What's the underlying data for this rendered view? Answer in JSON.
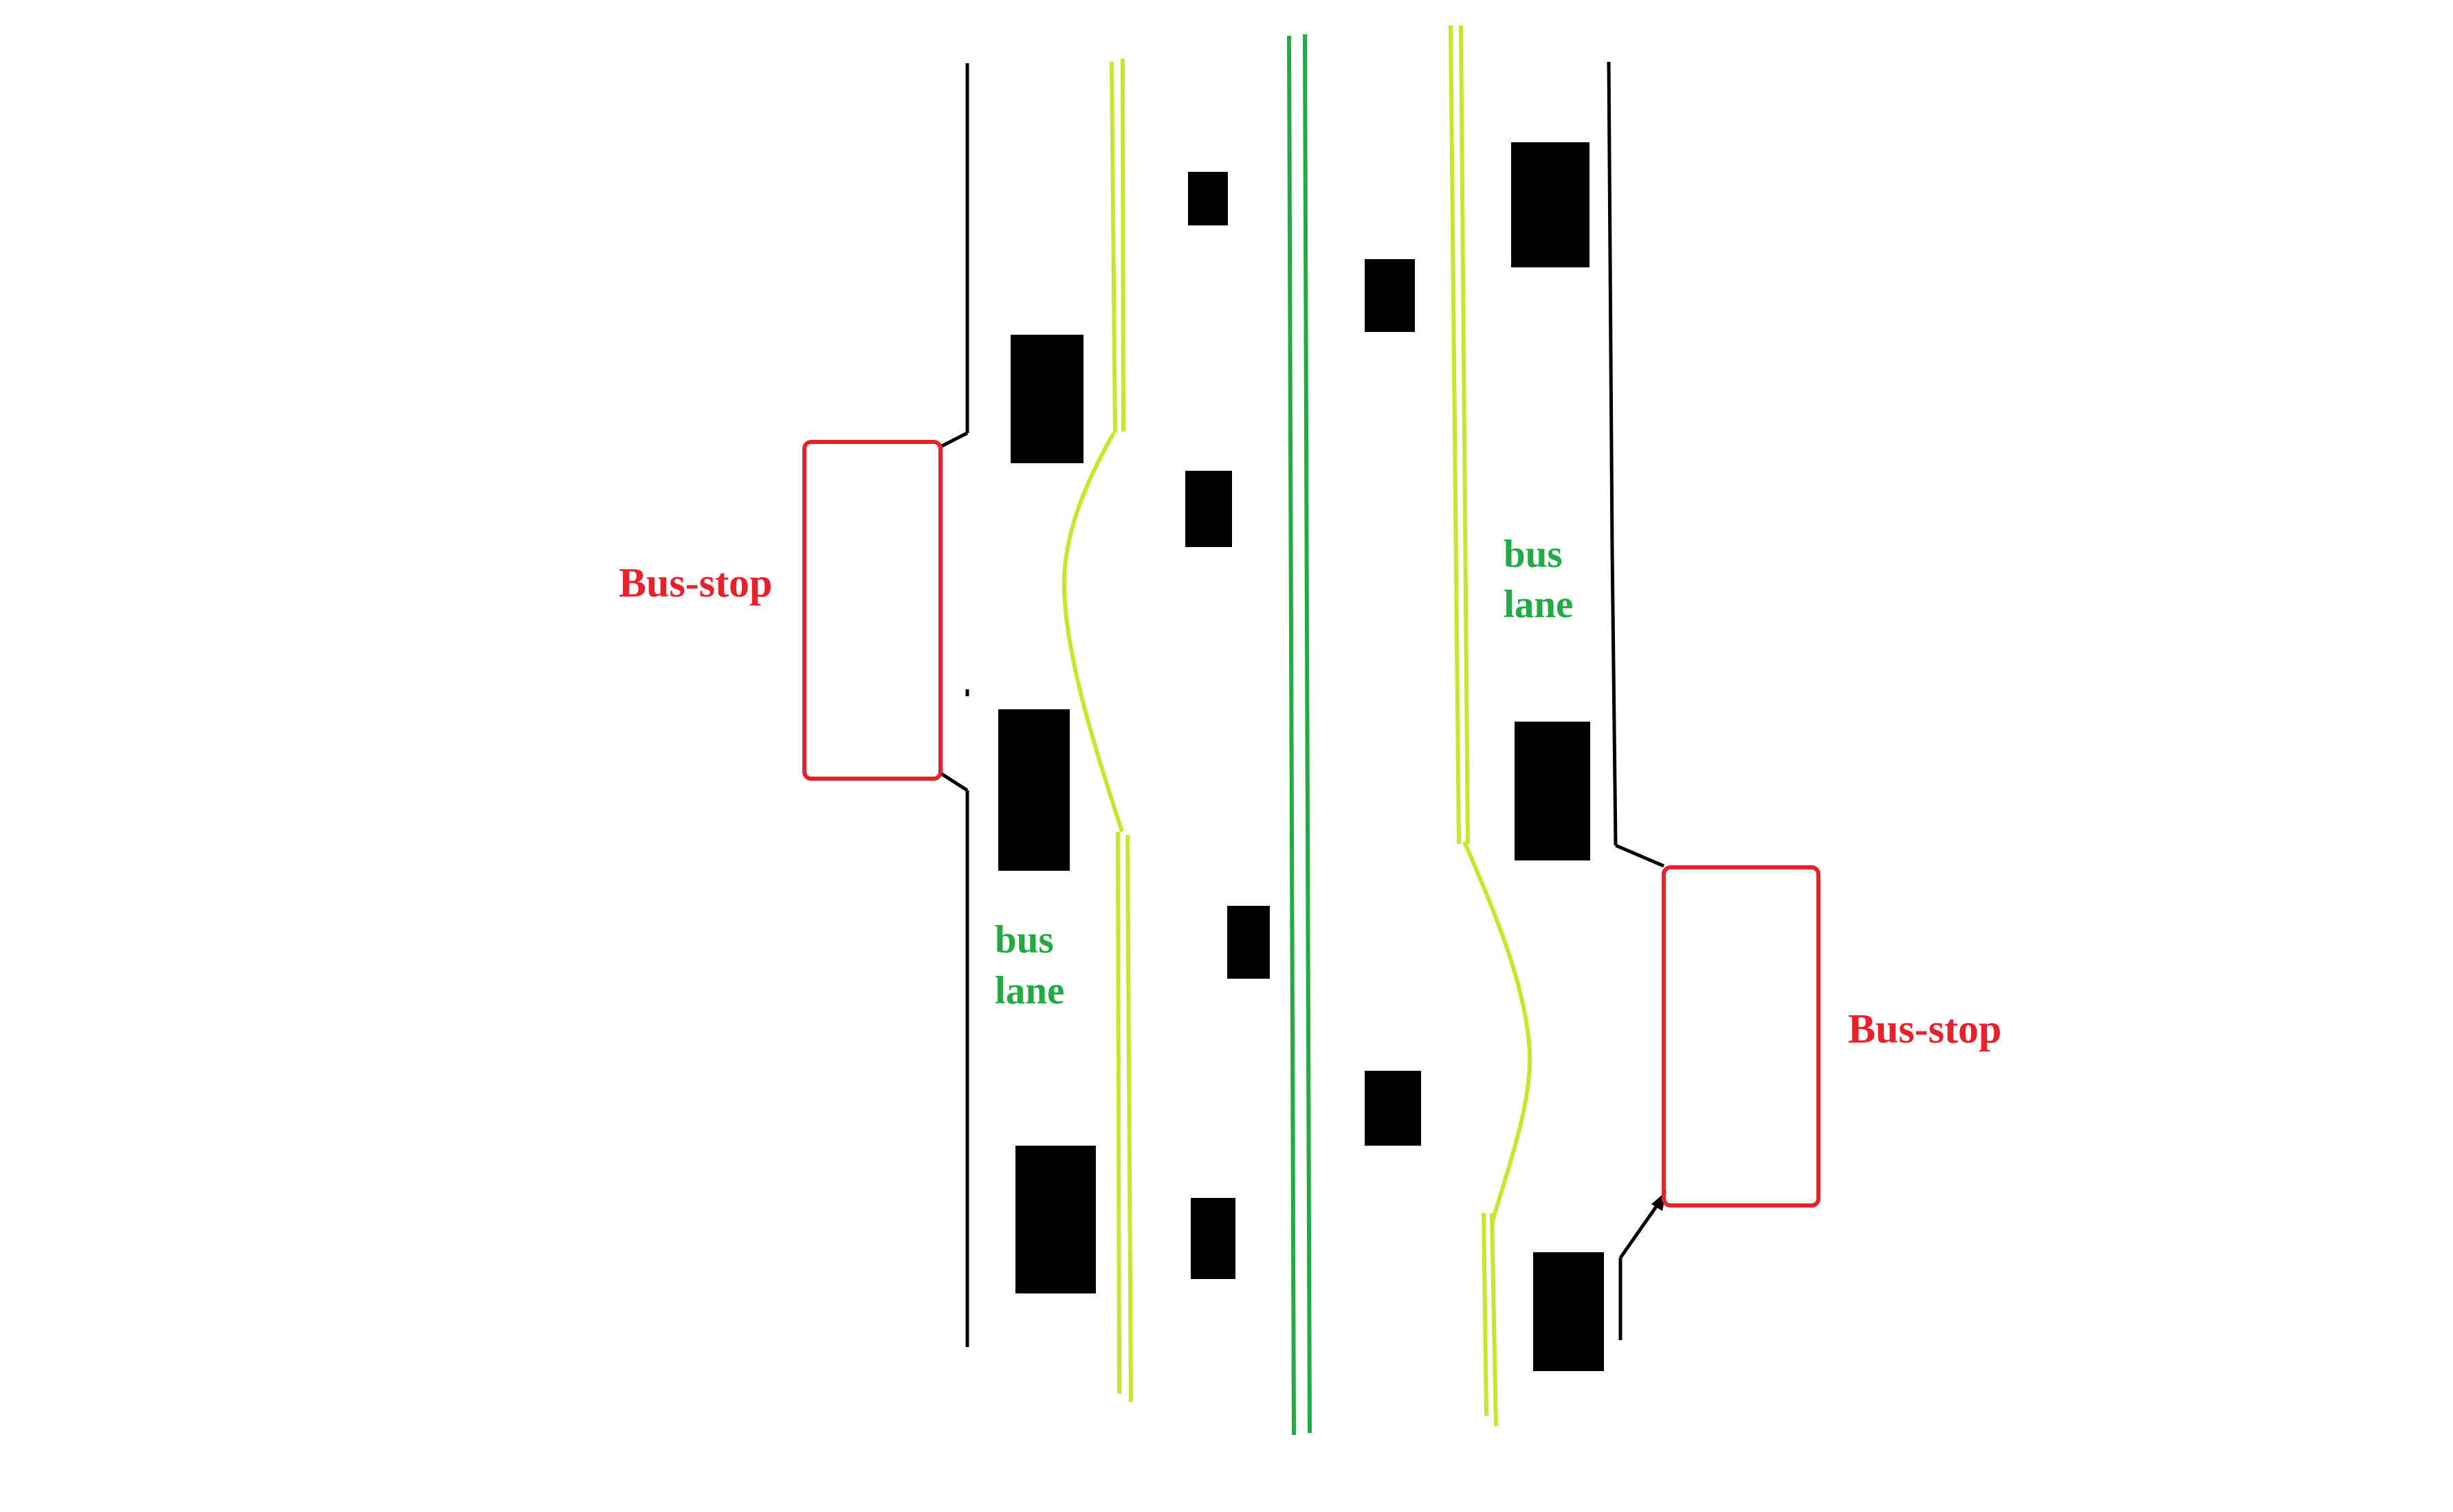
{
  "labels": {
    "bus_stop_left": "Bus-stop",
    "bus_stop_right": "Bus-stop",
    "bus_lane_left_line1": "bus",
    "bus_lane_left_line2": "lane",
    "bus_lane_right_line1": "bus",
    "bus_lane_right_line2": "lane"
  },
  "colors": {
    "curb": "#000000",
    "bus_stop": "#e8212b",
    "bus_lane_line": "#c4e82c",
    "center_line": "#22aa44",
    "lane_text": "#22aa44",
    "vehicle": "#000000"
  }
}
